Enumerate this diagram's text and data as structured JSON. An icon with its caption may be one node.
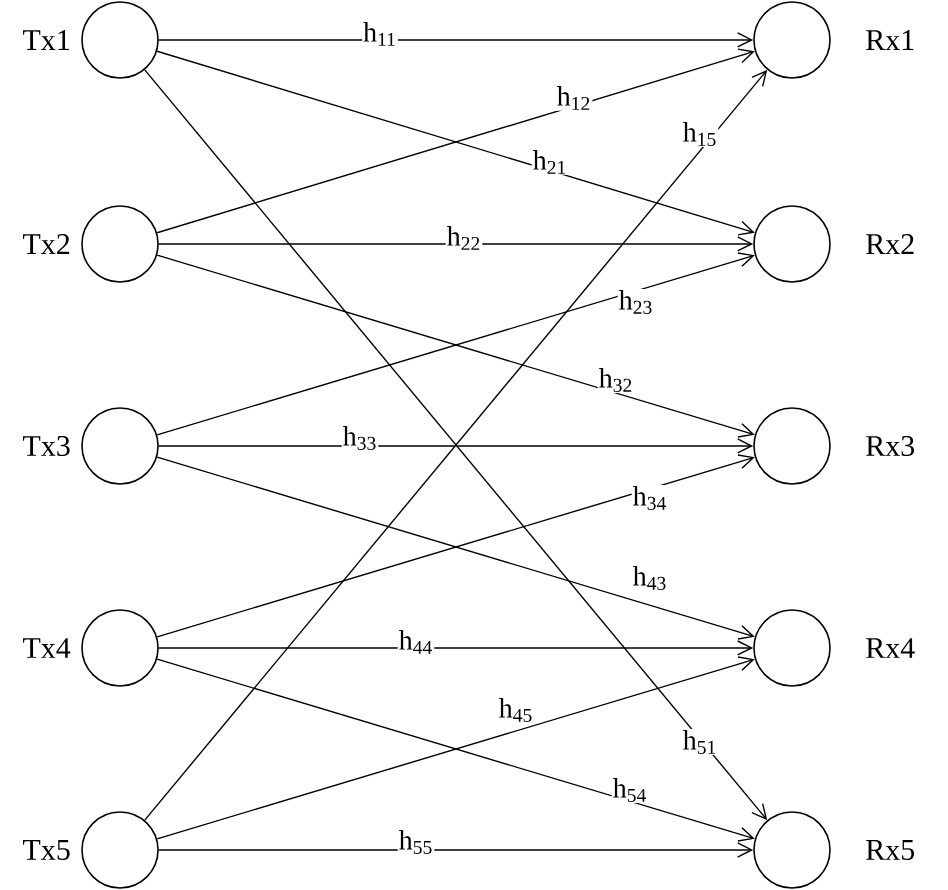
{
  "diagram": {
    "nodes": [
      {
        "text": [],
        "shape": "circle",
        "beside": [
          "Tx1"
        ]
      },
      {
        "text": [],
        "shape": "circle",
        "beside": [
          "Tx2"
        ]
      },
      {
        "text": [],
        "shape": "circle",
        "beside": [
          "Tx3"
        ]
      },
      {
        "text": [],
        "shape": "circle",
        "beside": [
          "Tx4"
        ]
      },
      {
        "text": [],
        "shape": "circle",
        "beside": [
          "Tx5"
        ]
      },
      {
        "text": [],
        "shape": "circle",
        "beside": [
          "Rx1"
        ]
      },
      {
        "text": [],
        "shape": "circle",
        "beside": [
          "Rx2"
        ]
      },
      {
        "text": [],
        "shape": "circle",
        "beside": [
          "Rx3"
        ]
      },
      {
        "text": [],
        "shape": "circle",
        "beside": [
          "Rx4"
        ]
      },
      {
        "text": [],
        "shape": "circle",
        "beside": [
          "Rx5"
        ]
      }
    ],
    "edges": [
      {
        "from": 0,
        "to": 5,
        "arrow": "to",
        "label": "h$_{11}$"
      },
      {
        "from": 1,
        "to": 5,
        "arrow": "to",
        "label": "h$_{12}$"
      },
      {
        "from": 4,
        "to": 5,
        "arrow": "to",
        "label": "h$_{15}$"
      },
      {
        "from": 0,
        "to": 6,
        "arrow": "to",
        "label": "h$_{21}$"
      },
      {
        "from": 1,
        "to": 6,
        "arrow": "to",
        "label": "h$_{22}$"
      },
      {
        "from": 2,
        "to": 6,
        "arrow": "to",
        "label": "h$_{23}$"
      },
      {
        "from": 1,
        "to": 7,
        "arrow": "to",
        "label": "h$_{32}$"
      },
      {
        "from": 2,
        "to": 7,
        "arrow": "to",
        "label": "h$_{33}$"
      },
      {
        "from": 3,
        "to": 7,
        "arrow": "to",
        "label": "h$_{34}$"
      },
      {
        "from": 2,
        "to": 8,
        "arrow": "to",
        "label": "h$_{43}$"
      },
      {
        "from": 3,
        "to": 8,
        "arrow": "to",
        "label": "h$_{44}$"
      },
      {
        "from": 4,
        "to": 8,
        "arrow": "to",
        "label": "h$_{45}$"
      },
      {
        "from": 0,
        "to": 9,
        "arrow": "to",
        "label": "h$_{51}$"
      },
      {
        "from": 3,
        "to": 9,
        "arrow": "to",
        "label": "h$_{54}$"
      },
      {
        "from": 4,
        "to": 9,
        "arrow": "to",
        "label": "h$_{55}$"
      }
    ]
  }
}
